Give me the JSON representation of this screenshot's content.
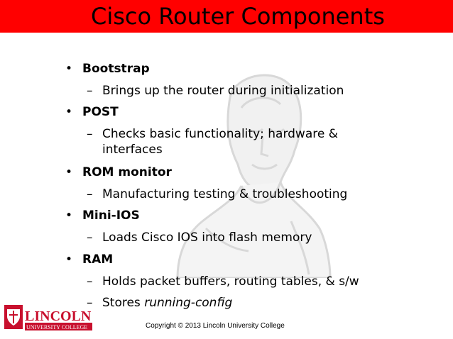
{
  "slide": {
    "title": "Cisco Router Components",
    "bullets": [
      {
        "label": "Bootstrap",
        "subs": [
          "Brings up the router during initialization"
        ]
      },
      {
        "label": "POST",
        "subs": [
          "Checks basic functionality; hardware &",
          "interfaces"
        ]
      },
      {
        "label": "ROM monitor",
        "subs": [
          "Manufacturing testing & troubleshooting"
        ]
      },
      {
        "label": "Mini-IOS",
        "subs": [
          "Loads Cisco IOS into flash memory"
        ]
      },
      {
        "label": "RAM",
        "subs": [
          "Holds packet buffers, routing tables, & s/w",
          "Stores",
          "running-config"
        ]
      }
    ],
    "bullet_glyph": "•",
    "dash_glyph": "–"
  },
  "footer": {
    "logo_name": "LINCOLN",
    "logo_subtitle": "UNIVERSITY COLLEGE",
    "copyright": "Copyright © 2013 Lincoln University College"
  },
  "colors": {
    "title_bar": "#ff0000",
    "logo_red": "#c8102e"
  }
}
